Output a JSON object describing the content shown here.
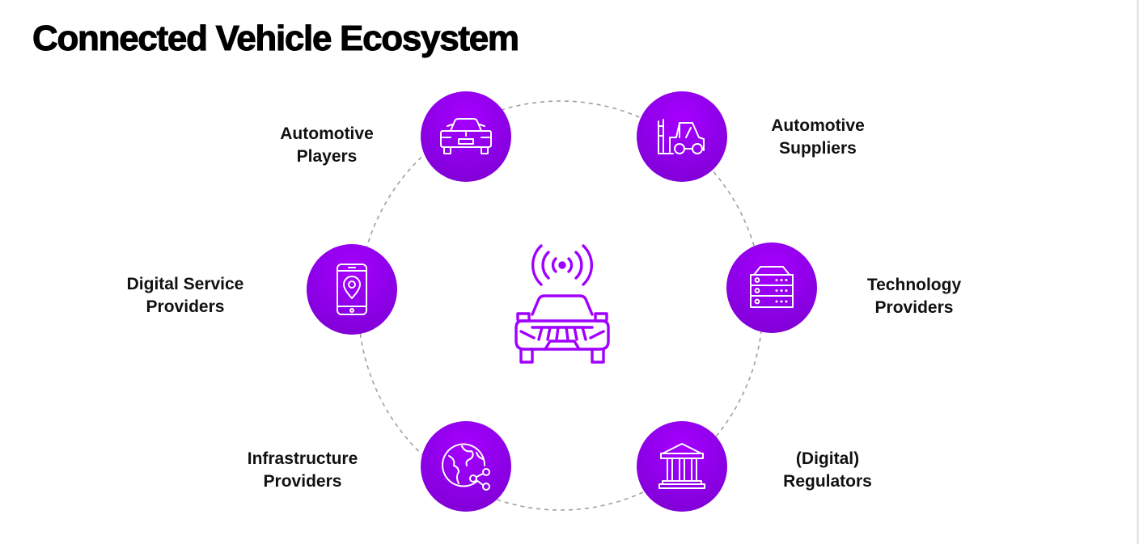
{
  "title": "Connected Vehicle Ecosystem",
  "colors": {
    "accent": "#9a00f0",
    "ring": "#a0a0a0",
    "text": "#111111"
  },
  "center": {
    "icon": "connected-car-icon"
  },
  "nodes": [
    {
      "id": "automotive-players",
      "icon": "car-icon",
      "label": [
        "Automotive",
        "Players"
      ]
    },
    {
      "id": "automotive-suppliers",
      "icon": "forklift-icon",
      "label": [
        "Automotive",
        "Suppliers"
      ]
    },
    {
      "id": "technology-providers",
      "icon": "server-icon",
      "label": [
        "Technology",
        "Providers"
      ]
    },
    {
      "id": "digital-regulators",
      "icon": "government-building-icon",
      "label": [
        "(Digital)",
        "Regulators"
      ]
    },
    {
      "id": "infrastructure-providers",
      "icon": "globe-network-icon",
      "label": [
        "Infrastructure",
        "Providers"
      ]
    },
    {
      "id": "digital-service-providers",
      "icon": "smartphone-location-icon",
      "label": [
        "Digital Service",
        "Providers"
      ]
    }
  ]
}
